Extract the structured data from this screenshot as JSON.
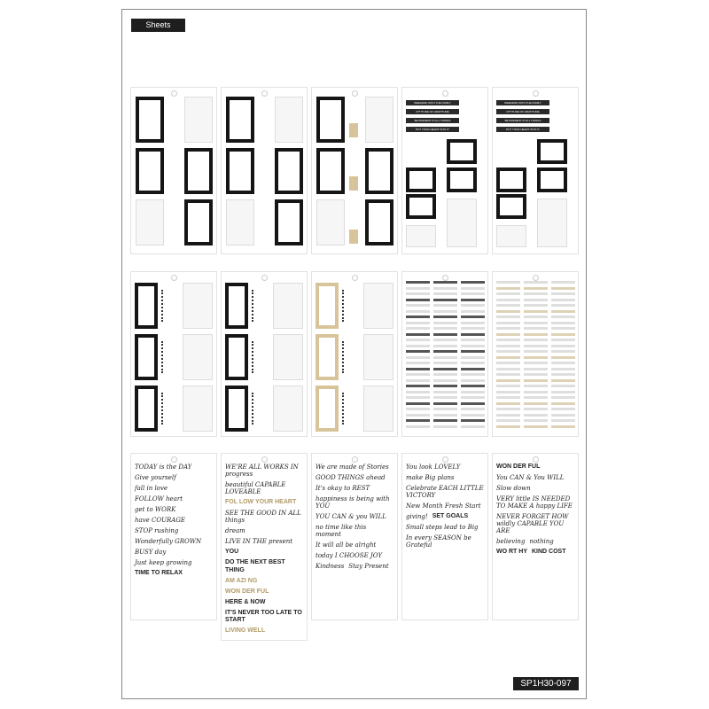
{
  "header": {
    "label": "Sheets"
  },
  "footer": {
    "product_code": "SP1H30-097"
  },
  "colors": {
    "black": "#151515",
    "gold": "#d8c49a",
    "tag": "#1e1e1e"
  },
  "row1_banners": [
    "WEEKEND WITH THE FAMILY",
    "ATTITUDE OF GRATITUDE",
    "BE PRESENT IN ALL THINGS",
    "PUT YOUR HEART INTO IT"
  ],
  "row3": [
    [
      "TODAY is the DAY",
      "Give yourself",
      "fall in love",
      "FOLLOW heart",
      "get to WORK",
      "have COURAGE",
      "STOP rushing",
      "Wonderfully GROWN",
      "BUSY day",
      "Just keep growing",
      "TIME TO RELAX"
    ],
    [
      "WE'RE ALL WORKS IN progress",
      "beautiful CAPABLE LOVEABLE",
      "FOL LOW YOUR HEART",
      "SEE THE GOOD IN ALL things",
      "dream",
      "LIVE IN THE present",
      "YOU",
      "DO THE NEXT BEST THING",
      "AM AZI NG",
      "WON DER FUL",
      "HERE & NOW",
      "IT'S NEVER TOO LATE TO START",
      "LIVING WELL"
    ],
    [
      "We are made of Stories",
      "GOOD THINGS ahead",
      "It's okay to REST",
      "happiness is being with YOU",
      "YOU CAN & you WILL",
      "no time like this moment",
      "It will all be alright",
      "today I CHOOSE JOY",
      "Kindness",
      "Stay Present"
    ],
    [
      "You look LOVELY",
      "make Big plans",
      "Celebrate EACH LITTLE VICTORY",
      "New Month Fresh Start",
      "giving!",
      "SET GOALS",
      "Small steps lead to Big",
      "In every SEASON be Grateful"
    ],
    [
      "WON DER FUL",
      "You CAN & You WILL",
      "Slow down",
      "VERY little IS NEEDED TO MAKE A happy LIFE",
      "NEVER FORGET HOW wildly CAPABLE YOU ARE",
      "believing",
      "nothing",
      "WO RT HY",
      "KIND COST"
    ]
  ]
}
